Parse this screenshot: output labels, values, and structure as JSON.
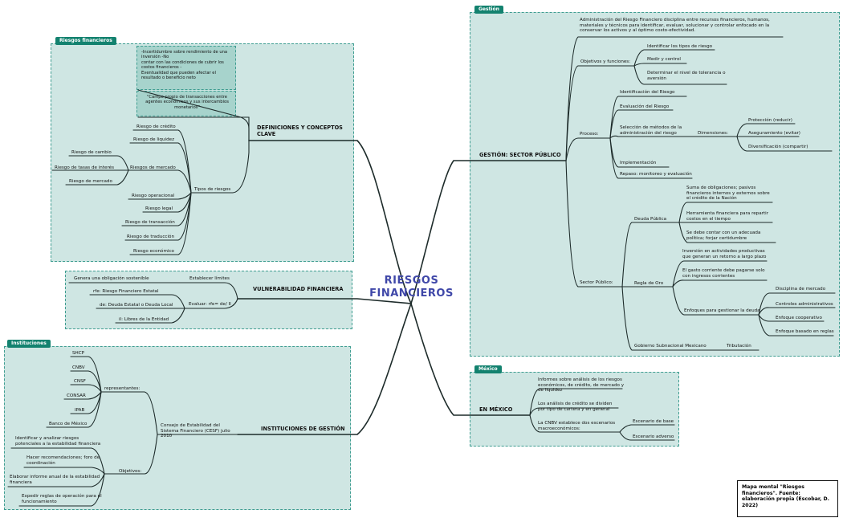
{
  "center": {
    "line1": "RIESGOS",
    "line2": "FINANCIEROS"
  },
  "tags": {
    "riesgos": "Riesgos financieros",
    "gestion": "Gestión",
    "mexico": "México",
    "instituciones": "Instituciones"
  },
  "riesgos": {
    "main": "DEFINICIONES Y CONCEPTOS CLAVE",
    "note1": "-Incertidumbre sobre rendimiento de una\ninversión                                              -No\ncontar con las condiciones de cubrir los\ncostos financieros                                     -\nEventualidad que pueden afectar el\nresultado o beneficio neto",
    "note2": "\"Campo propio de transacciones entre agentes económicos y sus intercambios monetarios\"",
    "tipos": "Tipos de riesgos",
    "credito": "Riesgo de crédito",
    "liquidez": "Riesgo de liquidez",
    "mercado": "Riesgos de mercado",
    "cambio": "Riesgo de cambio",
    "tasas": "Riesgo de tasas de interés",
    "mercado2": "Riesgo de mercado",
    "operacional": "Riesgo operacional",
    "legal": "Riesgo legal",
    "transaccion": "Riesgo de transacción",
    "traduccion": "Riesgo de traducción",
    "economico": "Riesgo económico"
  },
  "vulnerabilidad": {
    "main": "VULNERABILIDAD FINANCIERA",
    "limites": "Establecer límites",
    "evaluar": "Evaluar: rfe= de/ II",
    "obligacion": "Genera una obligación sostenible",
    "rfe": "rfe: Riesgo Financiero Estatal",
    "deuda": "de: Deuda Estatal o Deuda Local",
    "ii": "il: Libres de la Entidad"
  },
  "instituciones": {
    "main": "INSTITUCIONES DE GESTIÓN",
    "consejo": "Consejo de Estabilidad del Sistema Financiero (CESF) julio 2010",
    "representantes": "representantes:",
    "objetivos": "Objetivos:",
    "reps": [
      "SHCP",
      "CNBV",
      "CNSF",
      "CONSAR",
      "IPAB",
      "Banco de México"
    ],
    "obj1": "Identificar y analizar riesgos potenciales a la estabilidad financiera",
    "obj2": "Hacer recomendaciones; foro de coordinación",
    "obj3": "Elaborar informe anual de la estabilidad financiera",
    "obj4": "Expedir reglas de operación para el funcionamiento"
  },
  "gestion": {
    "main": "GESTIÓN: SECTOR PÚBLICO",
    "admin": "Administración del Riesgo Financiero disciplina entre recursos financieros, humanos, materiales y técnicos para identificar, evaluar, solucionar y controlar enfocado en la conservar los activos y al óptimo costo-efectividad.",
    "objetivos": "Objetivos y funciones:",
    "obj1": "Identificar los tipos de riesgo",
    "obj2": "Medir y control",
    "obj3": "Determinar el nivel de tolerancia o aversión",
    "proceso": "Proceso:",
    "p1": "Identificación del Riesgo",
    "p2": "Evaluación del Riesgo",
    "p3": "Selección de métodos de la administración del riesgo",
    "dimensiones": "Dimensiones:",
    "d1": "Protección (reducir)",
    "d2": "Aseguramiento (evitar)",
    "d3": "Diversificación (compartir)",
    "p4": "Implementación",
    "p5": "Repaso: monitoreo y evaluación",
    "sector": "Sector Público:",
    "deuda": "Deuda Pública",
    "dp1": "Suma de obligaciones; pasivos financieros internos y externos sobre el crédito de la Nación",
    "dp2": "Herramienta financiera para repartir costos en el tiempo",
    "dp3": "Se debe contar con un adecuada política; forjar certidumbre",
    "regla": "Regla de Oro",
    "ro1": "Inversión en actividades productivas que generan un retorno a largo plazo",
    "ro2": "El gasto corriente debe pagarse solo con ingresos corrientes",
    "enfoques": "Enfoques para gestionar la deuda",
    "e1": "Disciplina de mercado",
    "e2": "Controles administrativos",
    "e3": "Enfoque cooperativo",
    "e4": "Enfoque basado en reglas",
    "gobierno": "Gobierno Subnacional Mexicano",
    "tributacion": "Tributación"
  },
  "mexico": {
    "main": "EN MÉXICO",
    "m1": "Informes sobre análisis de los riesgos económicos, de crédito, de mercado y de liquidez",
    "m2": "Los análisis de crédito se dividen por tipo de cartera y en general",
    "m3": "La CNBV establece dos escenarios macroeconómicos:",
    "s1": "Escenario de base",
    "s2": "Escenario adverso"
  },
  "credit": "Mapa mental \"Riesgos financieros\". Fuente: elaboración propia (Escobar, D. 2022)"
}
